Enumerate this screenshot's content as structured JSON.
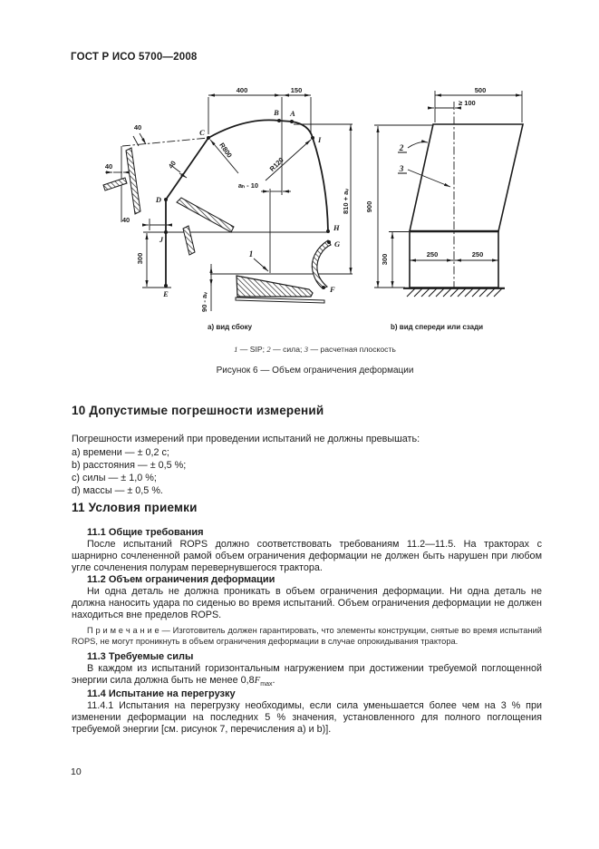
{
  "page": {
    "header": "ГОСТ Р ИСО 5700—2008",
    "number": "10"
  },
  "figure": {
    "side_view": {
      "caption": "а) вид сбоку",
      "dims": {
        "d400": "400",
        "d150": "150",
        "d40": "40",
        "r800": "R800",
        "r120": "R120",
        "ah10": "aₕ - 10",
        "right_height": "810 + aᵥ",
        "d300": "300",
        "seat_height": "90 - aᵥ"
      },
      "points": {
        "A": "A",
        "B": "B",
        "C": "C",
        "D": "D",
        "E": "E",
        "F": "F",
        "G": "G",
        "H": "H",
        "I": "I",
        "J": "J",
        "sip": "1"
      }
    },
    "front_view": {
      "caption": "b) вид спереди или сзади",
      "dims": {
        "d500": "500",
        "d100": "≥ 100",
        "d900": "900",
        "d300": "300",
        "d250l": "250",
        "d250r": "250"
      },
      "labels": {
        "force": "2",
        "plane": "3"
      }
    },
    "legend": {
      "i1": "1",
      "t1": " — SIP; ",
      "i2": "2",
      "t2": " — сила; ",
      "i3": "3",
      "t3": " — расчетная плоскость"
    },
    "caption": "Рисунок 6 — Объем ограничения деформации"
  },
  "sections": {
    "s10": {
      "title": "10  Допустимые погрешности измерений",
      "intro": "Погрешности измерений при проведении испытаний не должны превышать:",
      "items": [
        "a)  времени — ± 0,2 с;",
        "b)  расстояния — ± 0,5 %;",
        "c)  силы — ± 1,0 %;",
        "d)  массы — ± 0,5 %."
      ]
    },
    "s11": {
      "title": "11  Условия приемки",
      "h111": "11.1  Общие требования",
      "p111": "После испытаний ROPS должно соответствовать требованиям 11.2—11.5. На тракторах с шарнирно сочлененной рамой объем ограничения деформации не должен быть нарушен при любом угле сочленения полурам перевернувшегося трактора.",
      "h112": "11.2  Объем ограничения деформации",
      "p112": "Ни одна деталь не должна проникать в объем ограничения деформации. Ни одна деталь не должна наносить удара по сиденью во время испытаний. Объем ограничения деформации не должен находиться вне пределов ROPS.",
      "note": "П р и м е ч а н и е — Изготовитель должен гарантировать, что элементы конструкции, снятые во время испытаний ROPS, не могут проникнуть в объем ограничения деформации в случае опрокидывания трактора.",
      "h113": "11.3  Требуемые силы",
      "p113_pre": "В каждом из испытаний горизонтальным нагружением при достижении требуемой поглощенной энергии сила должна быть не менее 0,8",
      "p113_f": "F",
      "p113_sub": "max",
      "p113_post": ".",
      "h114": "11.4  Испытание на перегрузку",
      "p114": "11.4.1  Испытания на перегрузку необходимы, если сила уменьшается более чем на 3 % при изменении деформации на последних 5 % значения, установленного для полного поглощения требуемой энергии [см. рисунок 7, перечисления a) и b)]."
    }
  }
}
